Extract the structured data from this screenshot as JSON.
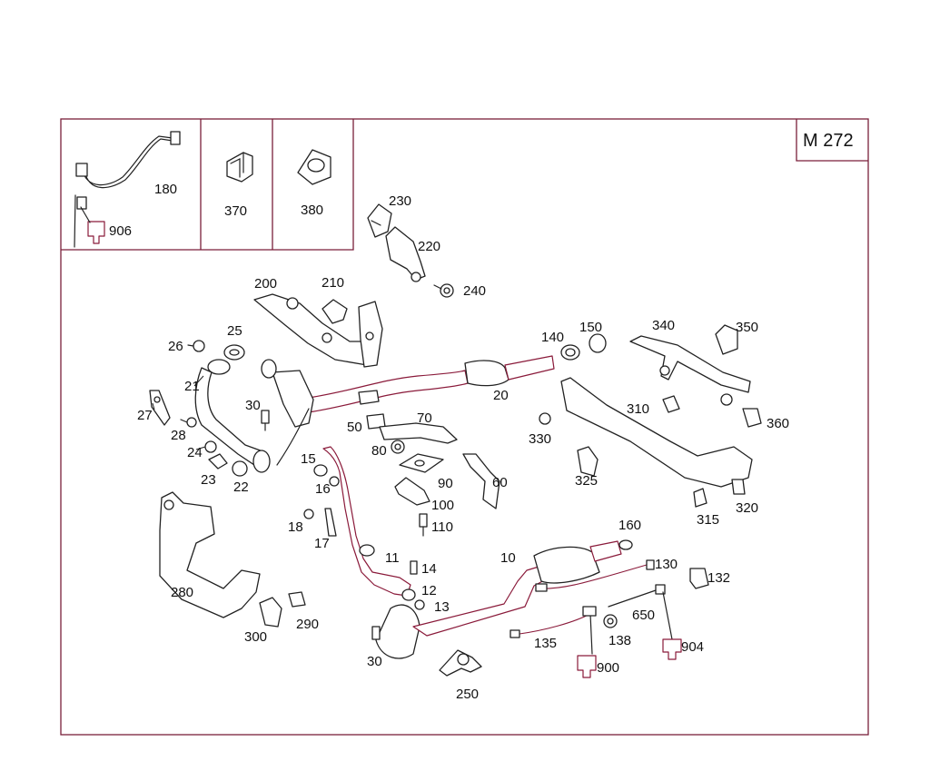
{
  "model_label": "M 272",
  "callouts": [
    {
      "id": "p180",
      "text": "180"
    },
    {
      "id": "p906",
      "text": "906"
    },
    {
      "id": "p370",
      "text": "370"
    },
    {
      "id": "p380",
      "text": "380"
    },
    {
      "id": "p230",
      "text": "230"
    },
    {
      "id": "p220",
      "text": "220"
    },
    {
      "id": "p240",
      "text": "240"
    },
    {
      "id": "p200",
      "text": "200"
    },
    {
      "id": "p210",
      "text": "210"
    },
    {
      "id": "p26",
      "text": "26"
    },
    {
      "id": "p25",
      "text": "25"
    },
    {
      "id": "p21",
      "text": "21"
    },
    {
      "id": "p27",
      "text": "27"
    },
    {
      "id": "p30a",
      "text": "30"
    },
    {
      "id": "p28",
      "text": "28"
    },
    {
      "id": "p24",
      "text": "24"
    },
    {
      "id": "p23",
      "text": "23"
    },
    {
      "id": "p22",
      "text": "22"
    },
    {
      "id": "p20",
      "text": "20"
    },
    {
      "id": "p140",
      "text": "140"
    },
    {
      "id": "p150",
      "text": "150"
    },
    {
      "id": "p340",
      "text": "340"
    },
    {
      "id": "p350",
      "text": "350"
    },
    {
      "id": "p310",
      "text": "310"
    },
    {
      "id": "p360",
      "text": "360"
    },
    {
      "id": "p330",
      "text": "330"
    },
    {
      "id": "p325",
      "text": "325"
    },
    {
      "id": "p315",
      "text": "315"
    },
    {
      "id": "p320",
      "text": "320"
    },
    {
      "id": "p50",
      "text": "50"
    },
    {
      "id": "p70",
      "text": "70"
    },
    {
      "id": "p80",
      "text": "80"
    },
    {
      "id": "p90",
      "text": "90"
    },
    {
      "id": "p60",
      "text": "60"
    },
    {
      "id": "p100",
      "text": "100"
    },
    {
      "id": "p110",
      "text": "110"
    },
    {
      "id": "p15",
      "text": "15"
    },
    {
      "id": "p16",
      "text": "16"
    },
    {
      "id": "p18",
      "text": "18"
    },
    {
      "id": "p17",
      "text": "17"
    },
    {
      "id": "p11",
      "text": "11"
    },
    {
      "id": "p14",
      "text": "14"
    },
    {
      "id": "p12",
      "text": "12"
    },
    {
      "id": "p13",
      "text": "13"
    },
    {
      "id": "p10",
      "text": "10"
    },
    {
      "id": "p160",
      "text": "160"
    },
    {
      "id": "p130",
      "text": "130"
    },
    {
      "id": "p132",
      "text": "132"
    },
    {
      "id": "p650",
      "text": "650"
    },
    {
      "id": "p904",
      "text": "904"
    },
    {
      "id": "p135",
      "text": "135"
    },
    {
      "id": "p138",
      "text": "138"
    },
    {
      "id": "p900",
      "text": "900"
    },
    {
      "id": "p280",
      "text": "280"
    },
    {
      "id": "p300",
      "text": "300"
    },
    {
      "id": "p290",
      "text": "290"
    },
    {
      "id": "p30b",
      "text": "30"
    },
    {
      "id": "p250",
      "text": "250"
    }
  ],
  "colors": {
    "frame": "#7a1f3a",
    "ink": "#222222",
    "accent": "#8a1a3a"
  }
}
